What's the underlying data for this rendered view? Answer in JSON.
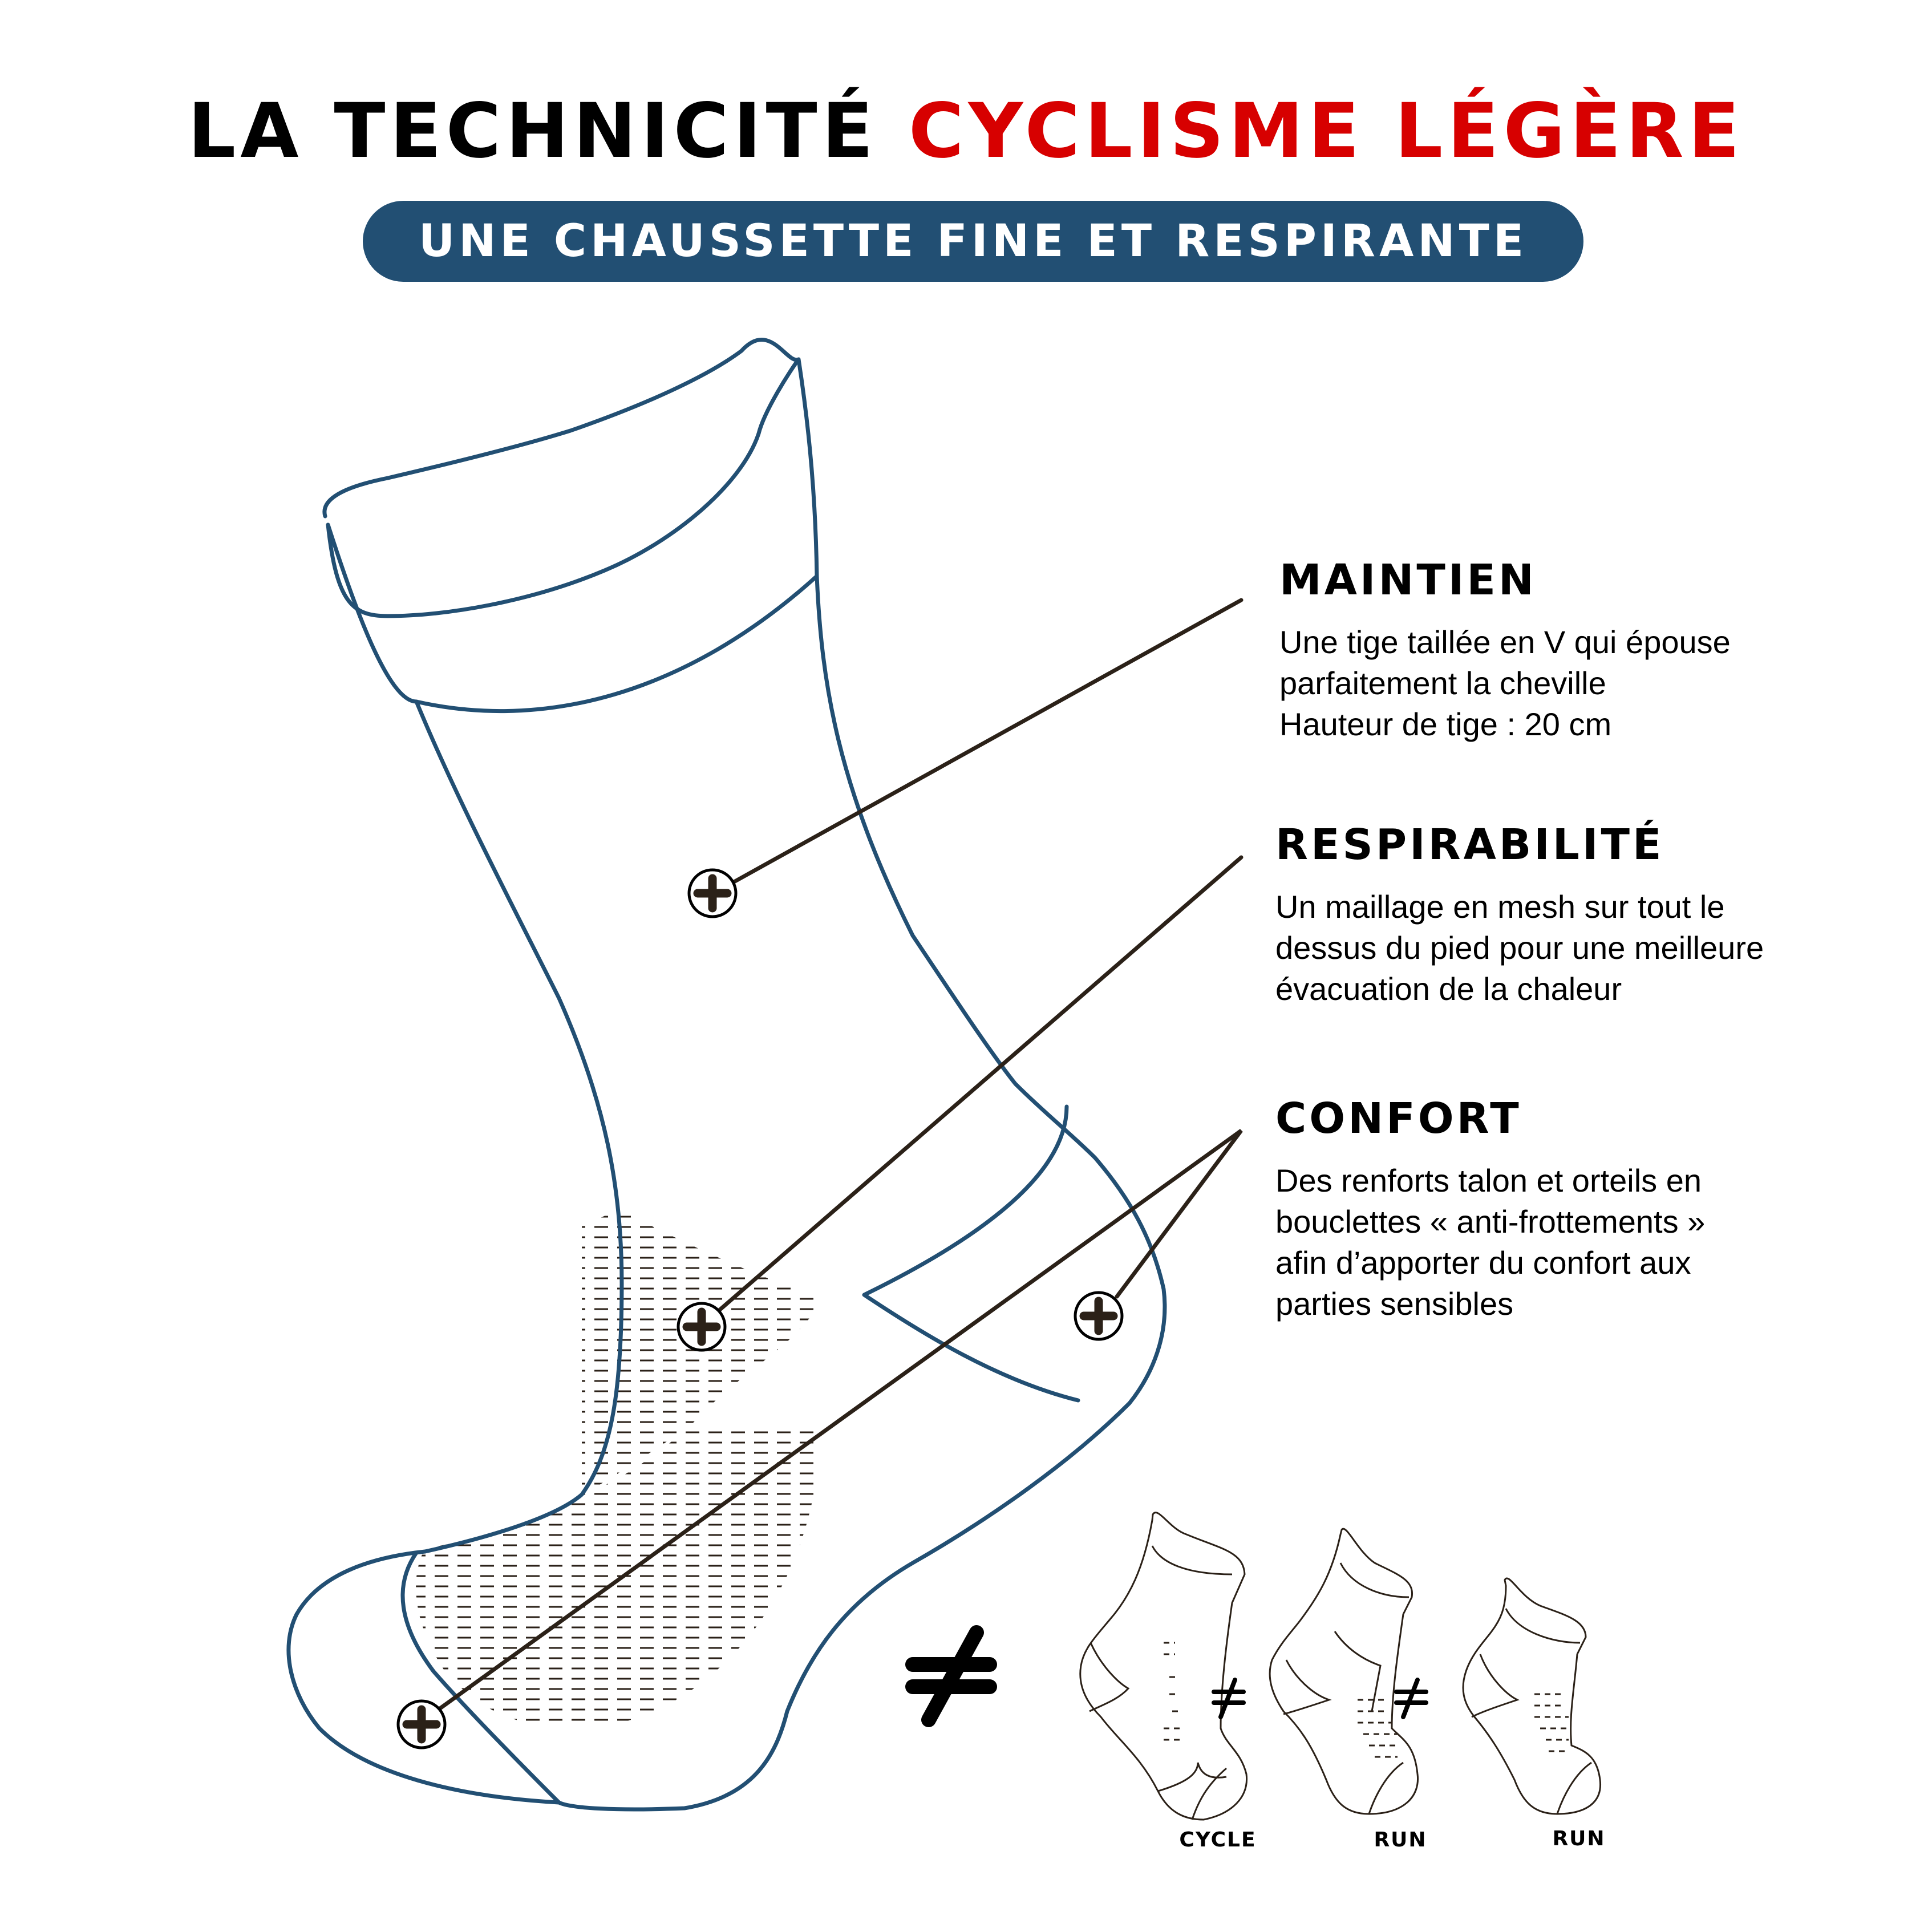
{
  "header": {
    "title_part1": "LA TECHNICITÉ",
    "title_part2": "CYCLISME LÉGÈRE",
    "subtitle": "UNE CHAUSSETTE FINE ET RESPIRANTE"
  },
  "features": [
    {
      "heading": "MAINTIEN",
      "lines": [
        "Une tige taillée en V qui épouse",
        "parfaitement la cheville",
        "Hauteur de tige : 20 cm"
      ]
    },
    {
      "heading": "RESPIRABILITÉ",
      "lines": [
        "Un maillage en mesh sur tout le",
        "dessus du pied pour une meilleure",
        "évacuation de la chaleur"
      ]
    },
    {
      "heading": "CONFORT",
      "lines": [
        "Des renforts talon et orteils en",
        "bouclettes « anti-frottements »",
        "afin d’apporter du confort aux",
        "parties sensibles"
      ]
    }
  ],
  "comparison": {
    "symbol": "≠",
    "labels": [
      "CYCLE",
      "RUN",
      "RUN"
    ]
  },
  "markers": [
    {
      "icon": "plus-marker-icon",
      "target": "MAINTIEN"
    },
    {
      "icon": "plus-marker-icon",
      "target": "RESPIRABILITÉ"
    },
    {
      "icon": "plus-marker-icon",
      "target": "CONFORT"
    },
    {
      "icon": "plus-marker-icon",
      "target": "CONFORT"
    }
  ],
  "colors": {
    "accent_red": "#d70000",
    "navy": "#224f73",
    "connector": "#2b2118",
    "text": "#000000",
    "background": "#ffffff"
  }
}
